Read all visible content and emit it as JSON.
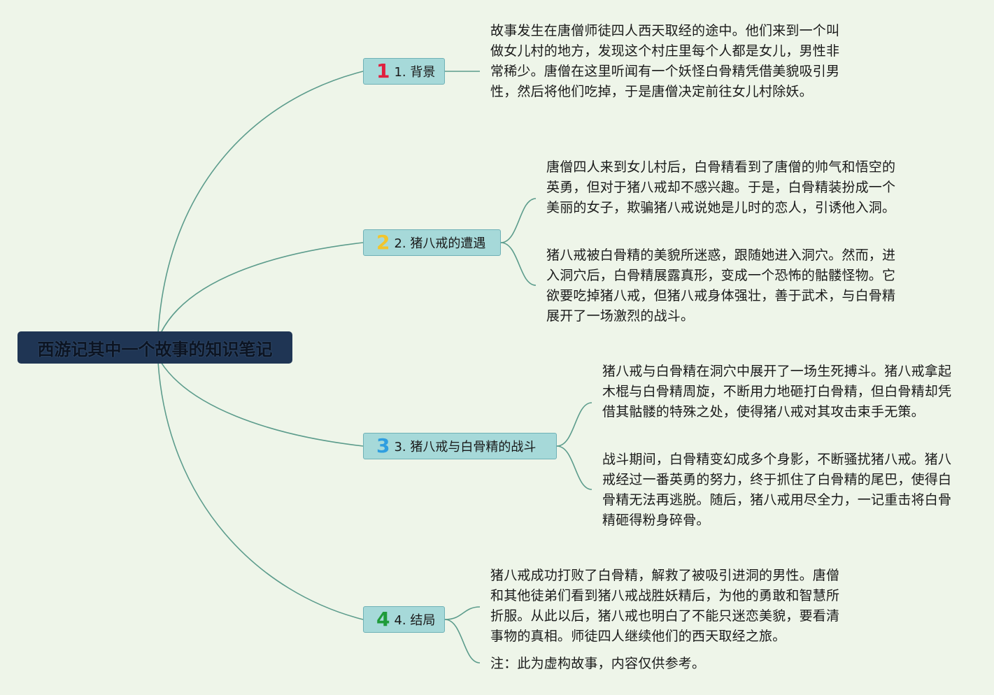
{
  "root": {
    "title": "西游记其中一个故事的知识笔记"
  },
  "colors": {
    "background": "#eef5e9",
    "root_fill": "#1f3554",
    "branch_fill": "#a6d9d9",
    "connector": "#5c9c8c",
    "num_1": "#e0203f",
    "num_2": "#f2c52c",
    "num_3": "#2f9ee0",
    "num_4": "#1f9b3a"
  },
  "branches": [
    {
      "num": "1",
      "label": "1. 背景",
      "notes": [
        "故事发生在唐僧师徒四人西天取经的途中。他们来到一个叫做女儿村的地方，发现这个村庄里每个人都是女儿，男性非常稀少。唐僧在这里听闻有一个妖怪白骨精凭借美貌吸引男性，然后将他们吃掉，于是唐僧决定前往女儿村除妖。"
      ]
    },
    {
      "num": "2",
      "label": "2. 猪八戒的遭遇",
      "notes": [
        "唐僧四人来到女儿村后，白骨精看到了唐僧的帅气和悟空的英勇，但对于猪八戒却不感兴趣。于是，白骨精装扮成一个美丽的女子，欺骗猪八戒说她是儿时的恋人，引诱他入洞。",
        "猪八戒被白骨精的美貌所迷惑，跟随她进入洞穴。然而，进入洞穴后，白骨精展露真形，变成一个恐怖的骷髅怪物。它欲要吃掉猪八戒，但猪八戒身体强壮，善于武术，与白骨精展开了一场激烈的战斗。"
      ]
    },
    {
      "num": "3",
      "label": "3. 猪八戒与白骨精的战斗",
      "notes": [
        "猪八戒与白骨精在洞穴中展开了一场生死搏斗。猪八戒拿起木棍与白骨精周旋，不断用力地砸打白骨精，但白骨精却凭借其骷髅的特殊之处，使得猪八戒对其攻击束手无策。",
        "战斗期间，白骨精变幻成多个身影，不断骚扰猪八戒。猪八戒经过一番英勇的努力，终于抓住了白骨精的尾巴，使得白骨精无法再逃脱。随后，猪八戒用尽全力，一记重击将白骨精砸得粉身碎骨。"
      ]
    },
    {
      "num": "4",
      "label": "4. 结局",
      "notes": [
        "猪八戒成功打败了白骨精，解救了被吸引进洞的男性。唐僧和其他徒弟们看到猪八戒战胜妖精后，为他的勇敢和智慧所折服。从此以后，猪八戒也明白了不能只迷恋美貌，要看清事物的真相。师徒四人继续他们的西天取经之旅。",
        "注：此为虚构故事，内容仅供参考。"
      ]
    }
  ]
}
